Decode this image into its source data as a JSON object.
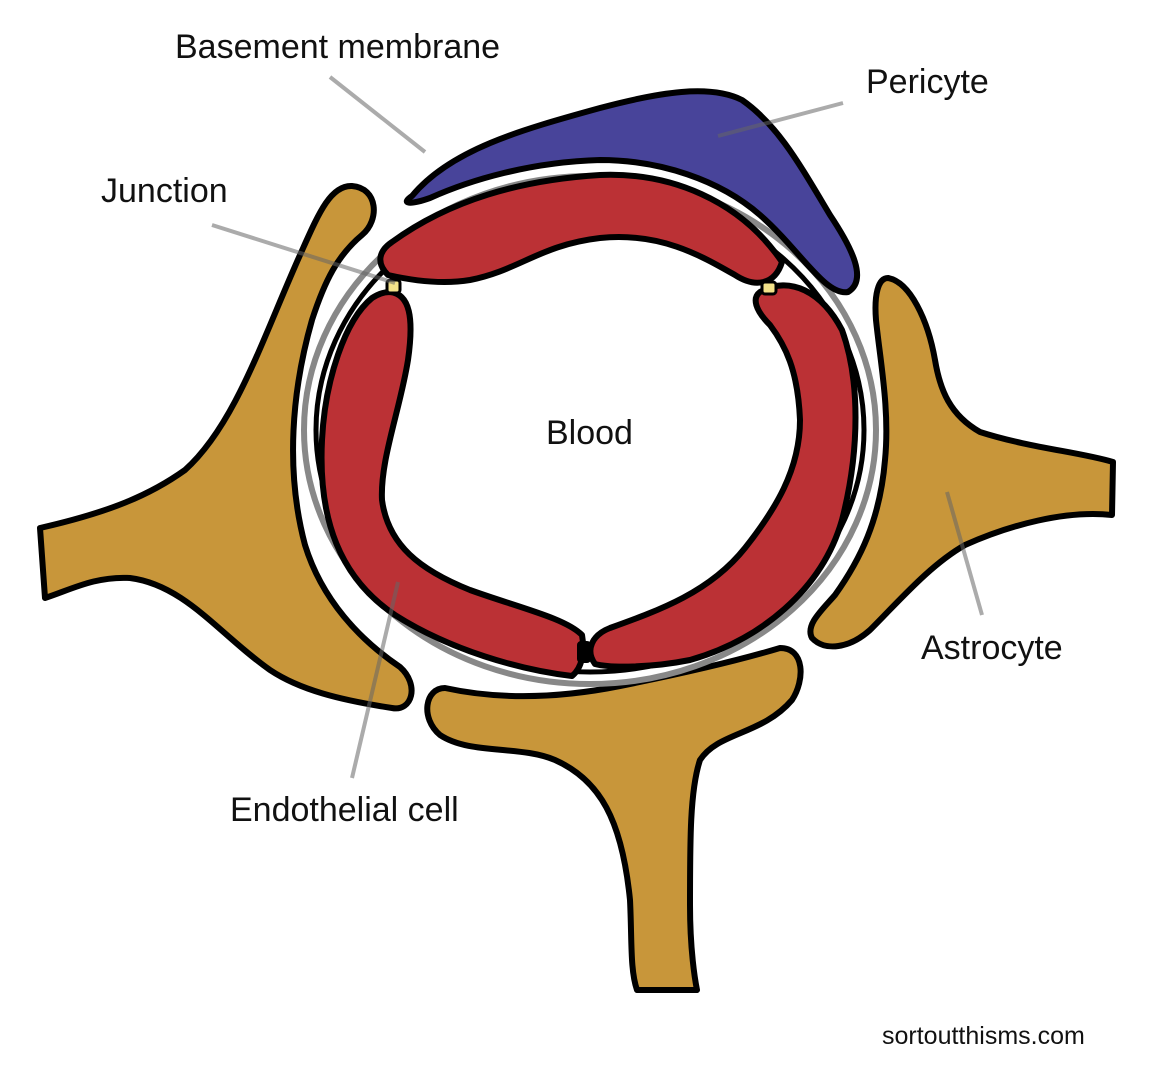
{
  "labels": {
    "basement_membrane": "Basement membrane",
    "pericyte": "Pericyte",
    "junction": "Junction",
    "blood": "Blood",
    "astrocyte": "Astrocyte",
    "endothelial_cell": "Endothelial cell"
  },
  "credit": "sortoutthisms.com",
  "colors": {
    "astrocyte": "#c8963a",
    "endothelial": "#bb3135",
    "pericyte": "#48449a",
    "basement_membrane": "#888888",
    "junction": "#f3e28a",
    "outline": "#000000"
  }
}
